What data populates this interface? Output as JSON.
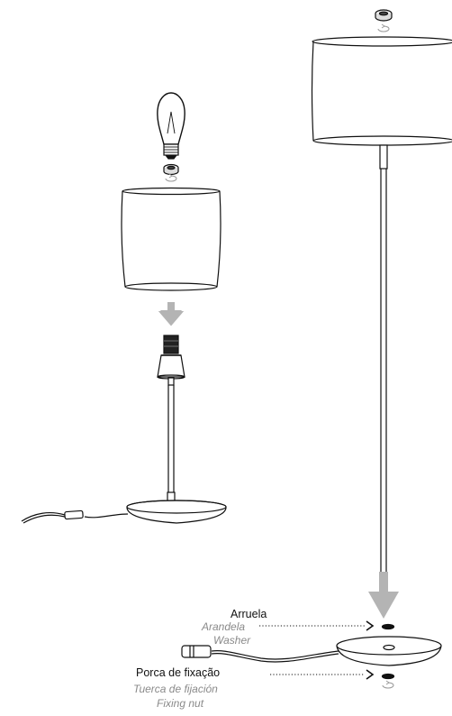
{
  "labels": {
    "washer": {
      "pt": "Arruela",
      "es": "Arandela",
      "en": "Washer"
    },
    "fixing_nut": {
      "pt": "Porca de fixação",
      "es": "Tuerca de fijación",
      "en": "Fixing nut"
    }
  },
  "colors": {
    "line": "#111111",
    "arrow": "#b4b4b4",
    "subtext": "#8a8a8a"
  }
}
